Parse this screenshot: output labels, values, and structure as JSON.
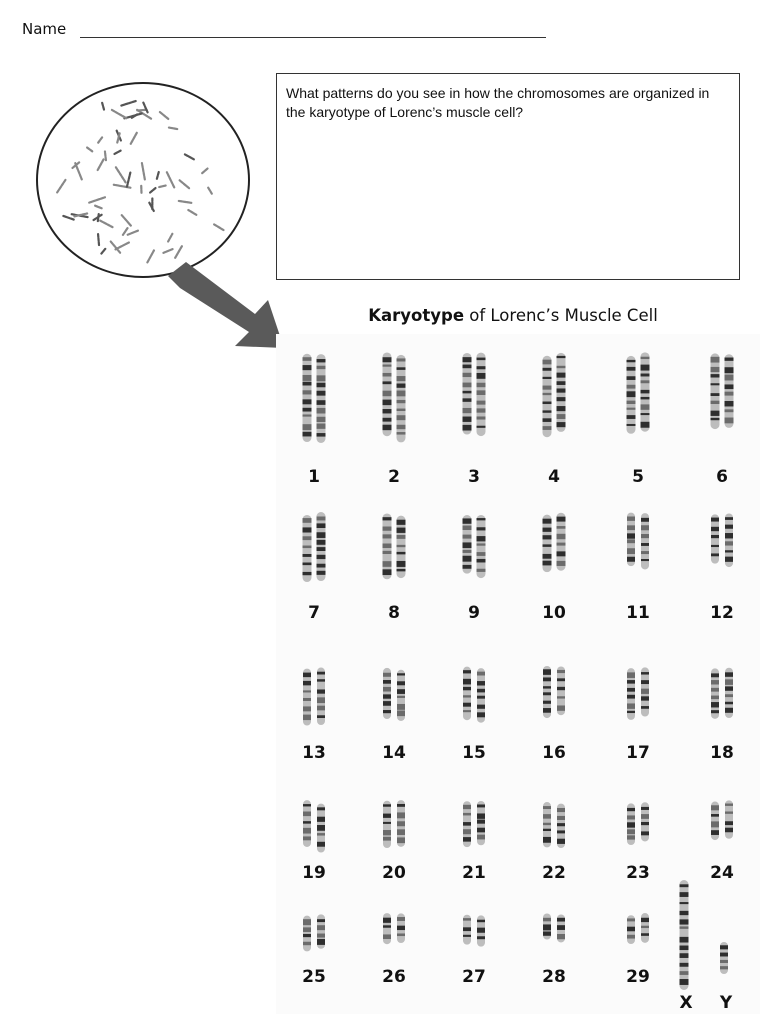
{
  "header": {
    "name_label": "Name"
  },
  "question": {
    "text": "What patterns do you see in how the chromosomes are organized in the karyotype of Lorenc’s muscle cell?"
  },
  "figure": {
    "title_bold": "Karyotype",
    "title_rest": " of Lorenc’s Muscle Cell",
    "pair_labels": [
      "1",
      "2",
      "3",
      "4",
      "5",
      "6",
      "7",
      "8",
      "9",
      "10",
      "11",
      "12",
      "13",
      "14",
      "15",
      "16",
      "17",
      "18",
      "19",
      "20",
      "21",
      "22",
      "23",
      "24",
      "25",
      "26",
      "27",
      "28",
      "29",
      "X",
      "Y"
    ]
  },
  "colors": {
    "ink": "#111111",
    "chromosome": "#3a3a3a",
    "arrow": "#5a5a5a"
  },
  "icons": {
    "zoom_circle": "chromosome-spread-icon",
    "arrow": "pointer-arrow-icon"
  }
}
